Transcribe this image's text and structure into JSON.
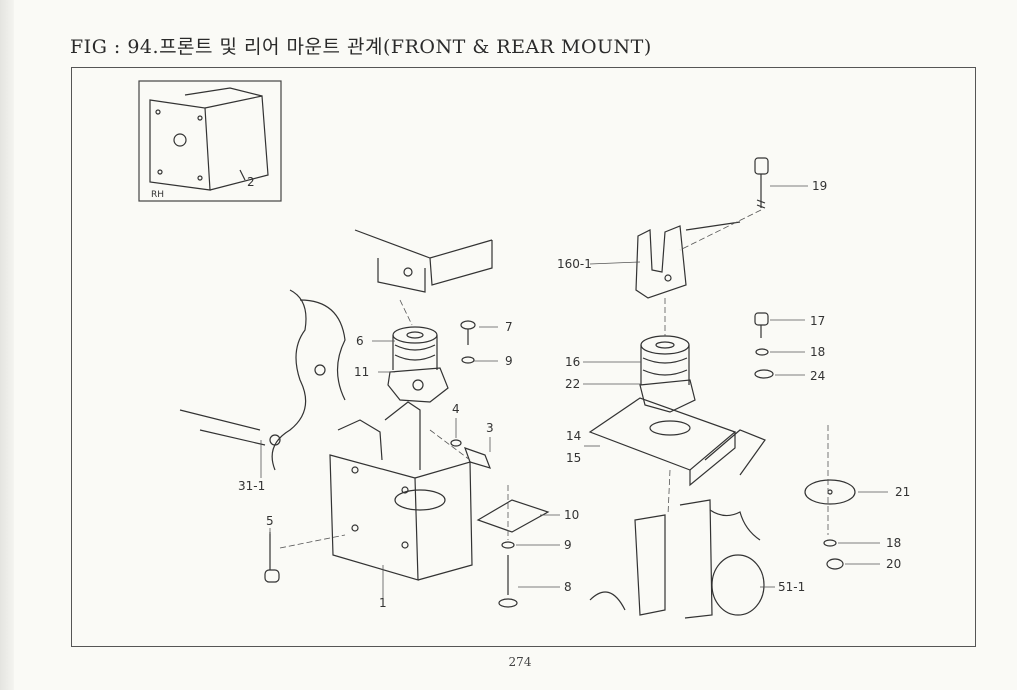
{
  "page": {
    "title": "FIG : 94.프론트 및 리어 마운트 관계(FRONT & REAR MOUNT)",
    "page_number": "274"
  },
  "inset": {
    "side_label": "RH",
    "callout": "2"
  },
  "callouts": {
    "c19": "19",
    "c160_1": "160-1",
    "c7": "7",
    "c6": "6",
    "c9a": "9",
    "c11": "11",
    "c17": "17",
    "c18a": "18",
    "c24": "24",
    "c16": "16",
    "c22": "22",
    "c4": "4",
    "c3": "3",
    "c14": "14",
    "c15": "15",
    "c31_1": "31-1",
    "c21": "21",
    "c5": "5",
    "c10": "10",
    "c9b": "9",
    "c18b": "18",
    "c20": "20",
    "c51_1": "51-1",
    "c8": "8",
    "c1": "1"
  }
}
